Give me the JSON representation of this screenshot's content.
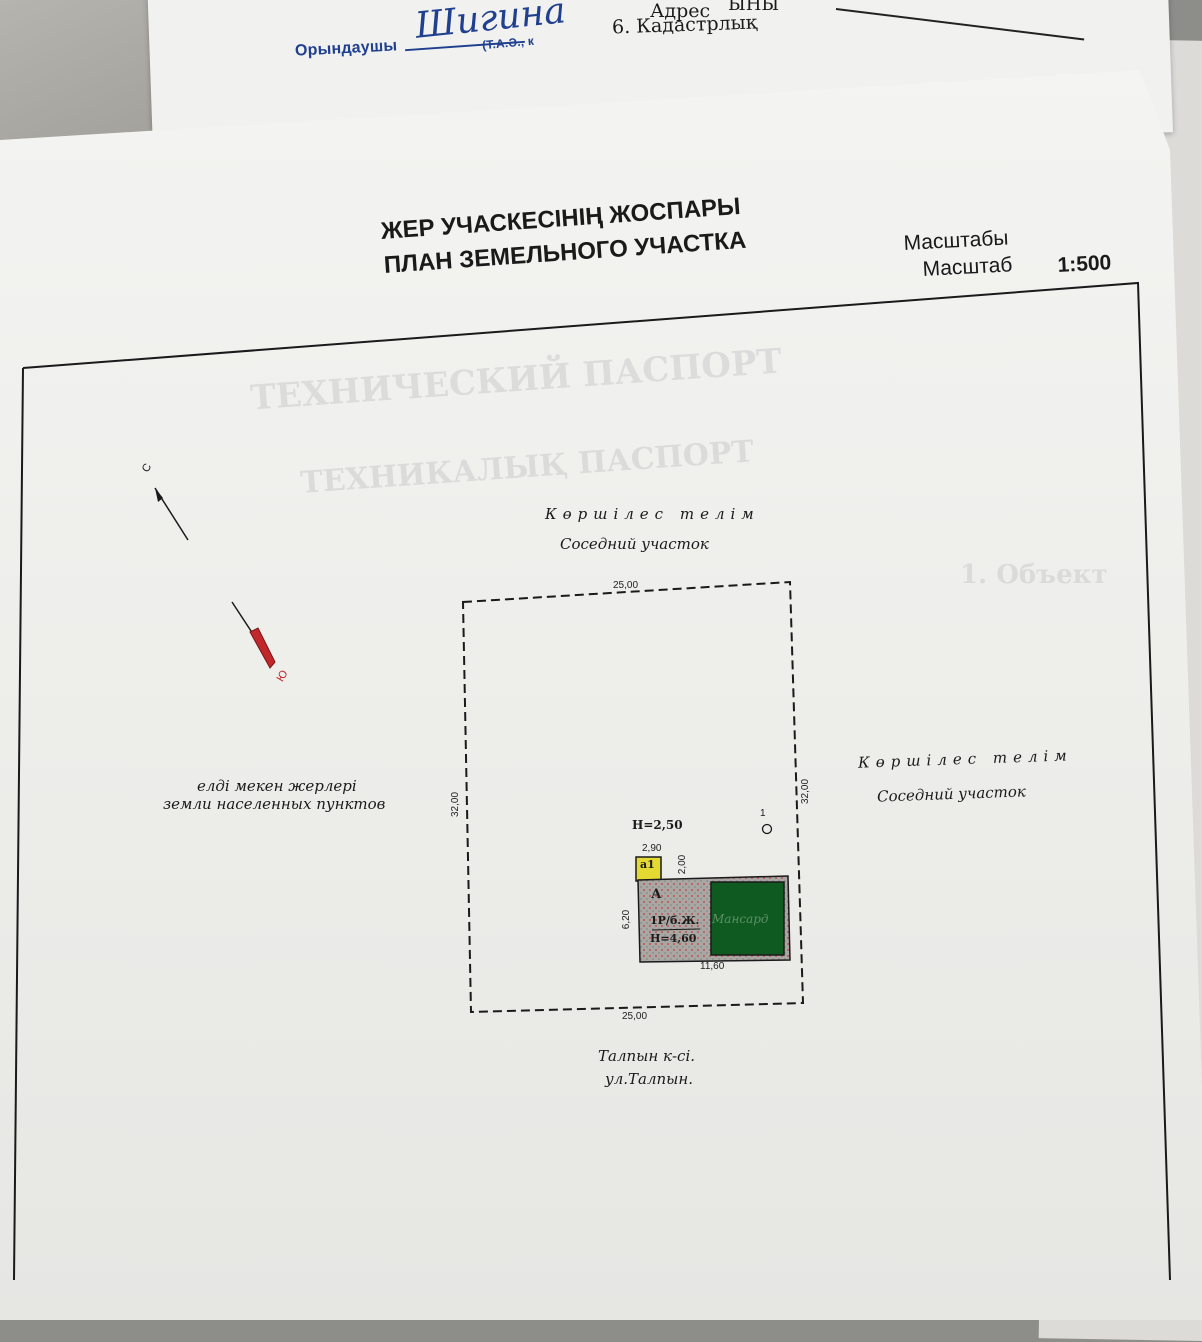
{
  "background_doc": {
    "performer_label": "Орындаушы",
    "initials_label": "(Т.А.Ә., к",
    "address_label": "Адрес",
    "cadastre_label": "6. Кадастрлық",
    "top_fragment": "ЫНЫ"
  },
  "plan": {
    "title_kz": "ЖЕР УЧАСКЕСІНІҢ ЖОСПАРЫ",
    "title_ru": "ПЛАН ЗЕМЕЛЬНОГО УЧАСТКА",
    "scale_label_kz": "Масштабы",
    "scale_label_ru": "Масштаб",
    "scale_value": "1:500"
  },
  "compass": {
    "north_label": "С",
    "south_label": "Ю"
  },
  "neighbors": {
    "top_kz": "Көршілес телім",
    "top_ru": "Соседний участок",
    "right_kz": "Көршілес телім",
    "right_ru": "Соседний участок",
    "left_kz": "елді мекен жерлері",
    "left_ru": "земли населенных пунктов",
    "bottom_kz": "Талпын к-сі.",
    "bottom_ru": "ул.Талпын."
  },
  "dimensions": {
    "top": "25,00",
    "bottom": "25,00",
    "left": "32,00",
    "right": "32,00",
    "annex_width": "2,90",
    "annex_depth": "2,00",
    "building_depth": "6,20",
    "building_width": "11,60"
  },
  "building": {
    "height_label": "Н=2,50",
    "annex_label": "а1",
    "main_label": "А",
    "main_type": "1Р/б.Ж.",
    "main_height": "Н=4,60",
    "attic_label": "Мансард",
    "point_label": "1"
  },
  "colors": {
    "annex": "#e4d833",
    "main": "#a9a7a3",
    "attic": "#0e5a21",
    "ink_blue": "#1f3f8f",
    "compass_red": "#c0282b"
  }
}
